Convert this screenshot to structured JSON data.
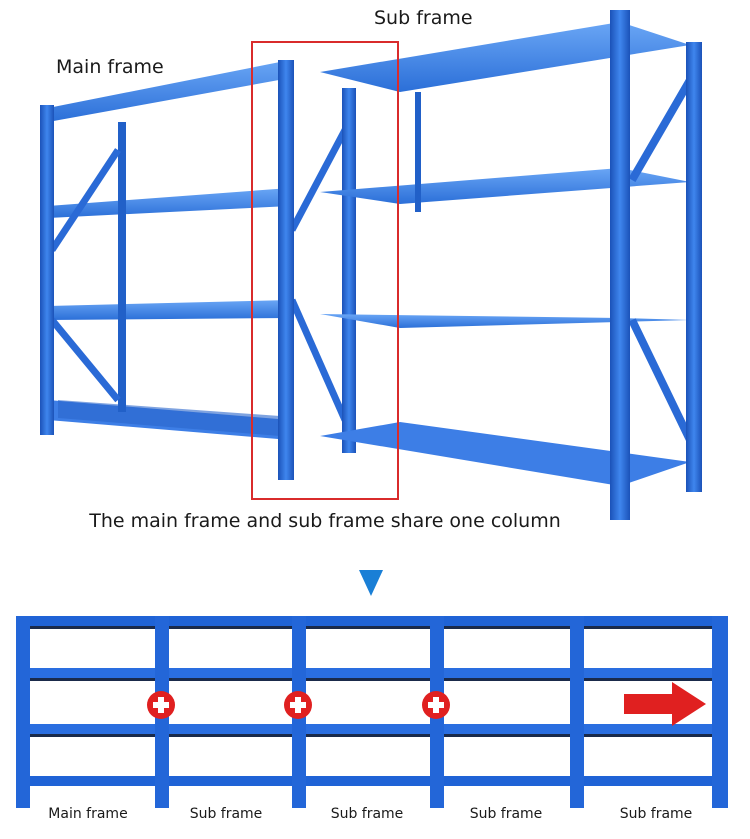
{
  "labels": {
    "main_frame": "Main frame",
    "sub_frame": "Sub frame",
    "caption": "The main frame and sub frame share one column"
  },
  "bottom_labels": [
    "Main frame",
    "Sub frame",
    "Sub frame",
    "Sub frame",
    "Sub frame"
  ],
  "icons": {
    "down_arrow": "down-triangle-icon",
    "plus": "plus-icon",
    "extend_arrow": "right-arrow-icon"
  },
  "colors": {
    "rack_blue": "#1f63d6",
    "rack_light": "#4a8ef0",
    "highlight_red": "#d92b2b",
    "plus_red": "#e02020",
    "arrow_blue": "#1a7fd6"
  }
}
